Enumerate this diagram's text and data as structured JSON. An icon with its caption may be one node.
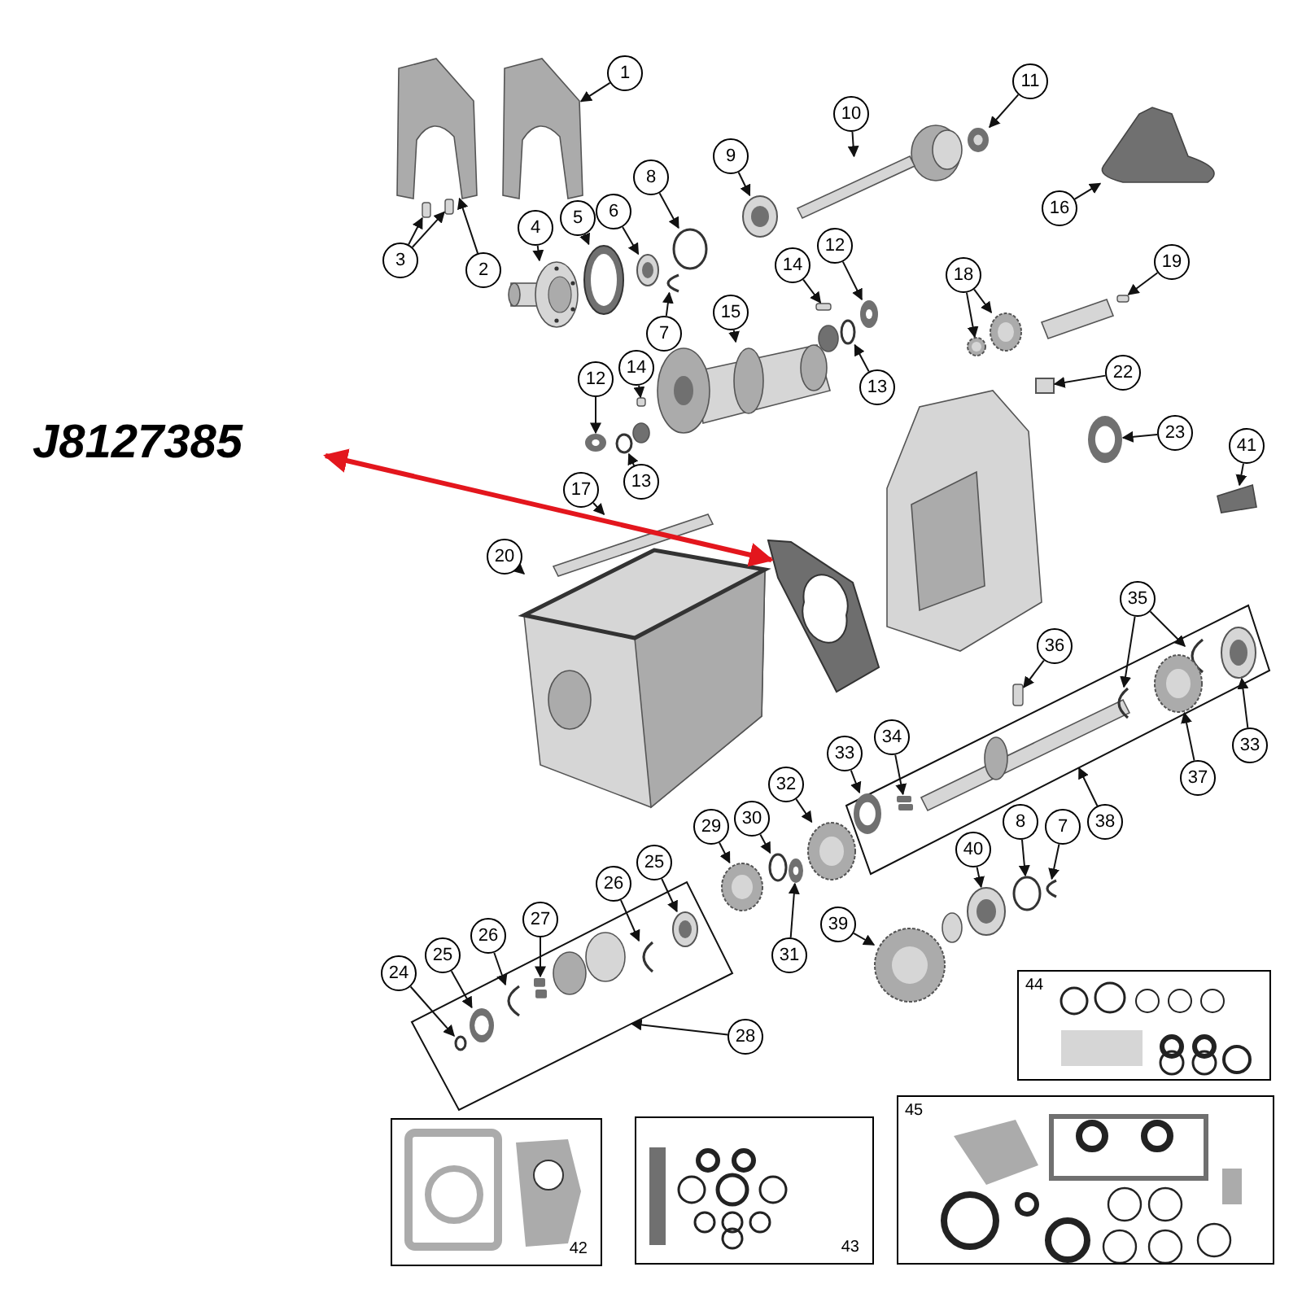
{
  "diagram": {
    "nodes": [
      {
        "text": [
          "J8127385"
        ]
      },
      {
        "text": [],
        "shape": "picture"
      },
      {
        "text": [],
        "shape": "box"
      },
      {
        "text": [],
        "shape": "box"
      },
      {
        "text": [
          "42"
        ]
      },
      {
        "text": [
          "43"
        ]
      },
      {
        "text": [
          "44"
        ]
      },
      {
        "text": [
          "45"
        ]
      },
      {
        "text": [
          "1"
        ]
      },
      {
        "text": [
          "3"
        ]
      },
      {
        "text": [
          "2"
        ]
      },
      {
        "text": [
          "4"
        ]
      },
      {
        "text": [
          "5"
        ]
      },
      {
        "text": [
          "6"
        ]
      },
      {
        "text": [
          "8"
        ]
      },
      {
        "text": [
          "9"
        ]
      },
      {
        "text": [
          "10"
        ]
      },
      {
        "text": [
          "11"
        ]
      },
      {
        "text": [
          "16"
        ]
      },
      {
        "text": [
          "7"
        ]
      },
      {
        "text": [
          "14"
        ]
      },
      {
        "text": [
          "12"
        ]
      },
      {
        "text": [
          "15"
        ]
      },
      {
        "text": [
          "18"
        ]
      },
      {
        "text": [
          "19"
        ]
      },
      {
        "text": [
          "12"
        ]
      },
      {
        "text": [
          "14"
        ]
      },
      {
        "text": [
          "13"
        ]
      },
      {
        "text": [
          "22"
        ]
      },
      {
        "text": [
          "23"
        ]
      },
      {
        "text": [
          "41"
        ]
      },
      {
        "text": [
          "13"
        ]
      },
      {
        "text": [
          "17"
        ]
      },
      {
        "text": [
          "20"
        ]
      },
      {
        "text": [
          "35"
        ]
      },
      {
        "text": [
          "36"
        ]
      },
      {
        "text": [
          "33"
        ]
      },
      {
        "text": [
          "37"
        ]
      },
      {
        "text": [
          "34"
        ]
      },
      {
        "text": [
          "33"
        ]
      },
      {
        "text": [
          "32"
        ]
      },
      {
        "text": [
          "38"
        ]
      },
      {
        "text": [
          "29"
        ]
      },
      {
        "text": [
          "30"
        ]
      },
      {
        "text": [
          "40"
        ]
      },
      {
        "text": [
          "8"
        ]
      },
      {
        "text": [
          "7"
        ]
      },
      {
        "text": [
          "25"
        ]
      },
      {
        "text": [
          "26"
        ]
      },
      {
        "text": [
          "27"
        ]
      },
      {
        "text": [
          "26"
        ]
      },
      {
        "text": [
          "25"
        ]
      },
      {
        "text": [
          "24"
        ]
      },
      {
        "text": [
          "31"
        ]
      },
      {
        "text": [
          "39"
        ]
      },
      {
        "text": [
          "28"
        ]
      },
      {
        "text": [],
        "shape": "bar"
      },
      {
        "text": [],
        "shape": "bar"
      },
      {
        "text": [],
        "shape": "picture"
      },
      {
        "text": [],
        "shape": "picture"
      },
      {
        "text": [],
        "shape": "picture"
      },
      {
        "text": [],
        "shape": "picture"
      },
      {
        "text": [],
        "shape": "picture"
      },
      {
        "text": [],
        "shape": "circle"
      },
      {
        "text": [],
        "shape": "picture"
      },
      {
        "text": [],
        "shape": "picture"
      },
      {
        "text": [],
        "shape": "bar"
      },
      {
        "text": [],
        "shape": "picture"
      },
      {
        "text": [],
        "shape": "picture"
      },
      {
        "text": [],
        "shape": "bar"
      },
      {
        "text": [],
        "shape": "picture"
      },
      {
        "text": [],
        "shape": "picture"
      },
      {
        "text": [],
        "shape": "picture"
      },
      {
        "text": [],
        "shape": "picture"
      },
      {
        "text": [],
        "shape": "bar"
      },
      {
        "text": [],
        "shape": "picture"
      },
      {
        "text": [],
        "shape": "bar"
      },
      {
        "text": [],
        "shape": "circle"
      },
      {
        "text": [],
        "shape": "box"
      },
      {
        "text": [],
        "shape": "picture"
      },
      {
        "text": [],
        "shape": "picture"
      },
      {
        "text": [],
        "shape": "circle"
      },
      {
        "text": [],
        "shape": "bar"
      },
      {
        "text": [],
        "shape": "picture"
      },
      {
        "text": [],
        "shape": "picture",
        "in": 3
      },
      {
        "text": [],
        "shape": "picture",
        "in": 3
      },
      {
        "text": [],
        "shape": "bar"
      },
      {
        "text": [],
        "shape": "picture",
        "in": 3
      },
      {
        "text": [],
        "shape": "picture",
        "in": 3
      },
      {
        "text": [],
        "shape": "picture",
        "in": 3
      },
      {
        "text": [],
        "shape": "picture",
        "in": 3
      },
      {
        "text": [],
        "shape": "picture"
      },
      {
        "text": [],
        "shape": "picture"
      },
      {
        "text": [],
        "shape": "circle"
      },
      {
        "text": [],
        "shape": "circle"
      },
      {
        "text": [],
        "shape": "picture"
      },
      {
        "text": [],
        "shape": "picture",
        "in": 2
      },
      {
        "text": [],
        "shape": "picture",
        "in": 2
      },
      {
        "text": [],
        "shape": "picture",
        "in": 2
      },
      {
        "text": [],
        "shape": "picture",
        "in": 2
      },
      {
        "text": [],
        "shape": "picture",
        "in": 2
      },
      {
        "text": [],
        "shape": "circle",
        "in": 2
      },
      {
        "text": [],
        "shape": "picture"
      },
      {
        "text": [],
        "shape": "picture"
      },
      {
        "text": [],
        "shape": "picture"
      }
    ],
    "edges": [
      {
        "from": 0,
        "to": 1,
        "arrow": "both",
        "color": "#e3161d",
        "style": "thick"
      },
      {
        "from": 8,
        "to": 59,
        "arrow": "to"
      },
      {
        "from": 9,
        "to": 56,
        "arrow": "to"
      },
      {
        "from": 9,
        "to": 57,
        "arrow": "to"
      },
      {
        "from": 10,
        "to": 58,
        "arrow": "to"
      },
      {
        "from": 11,
        "to": 60,
        "arrow": "to"
      },
      {
        "from": 12,
        "to": 61,
        "arrow": "to"
      },
      {
        "from": 13,
        "to": 62,
        "arrow": "to"
      },
      {
        "from": 14,
        "to": 63,
        "arrow": "to"
      },
      {
        "from": 15,
        "to": 65,
        "arrow": "to"
      },
      {
        "from": 16,
        "to": 66,
        "arrow": "to"
      },
      {
        "from": 17,
        "to": 67,
        "arrow": "to"
      },
      {
        "from": 18,
        "to": 68,
        "arrow": "to"
      },
      {
        "from": 19,
        "to": 64,
        "arrow": "to"
      },
      {
        "from": 20,
        "to": 69,
        "arrow": "to"
      },
      {
        "from": 21,
        "to": 70,
        "arrow": "to"
      },
      {
        "from": 22,
        "to": 71,
        "arrow": "to"
      },
      {
        "from": 23,
        "to": 72,
        "arrow": "to"
      },
      {
        "from": 23,
        "to": 73,
        "arrow": "to"
      },
      {
        "from": 24,
        "to": 74,
        "arrow": "to"
      },
      {
        "from": 25,
        "to": 75,
        "arrow": "to"
      },
      {
        "from": 26,
        "to": 76,
        "arrow": "to"
      },
      {
        "from": 27,
        "to": 77,
        "arrow": "to"
      },
      {
        "from": 28,
        "to": 78,
        "arrow": "to"
      },
      {
        "from": 29,
        "to": 79,
        "arrow": "to"
      },
      {
        "from": 30,
        "to": 80,
        "arrow": "to"
      },
      {
        "from": 31,
        "to": 81,
        "arrow": "to"
      },
      {
        "from": 32,
        "to": 82,
        "arrow": "to"
      },
      {
        "from": 33,
        "to": 83,
        "arrow": "to"
      },
      {
        "from": 34,
        "to": 84,
        "arrow": "to"
      },
      {
        "from": 34,
        "to": 85,
        "arrow": "to"
      },
      {
        "from": 35,
        "to": 86,
        "arrow": "to"
      },
      {
        "from": 36,
        "to": 87,
        "arrow": "to"
      },
      {
        "from": 37,
        "to": 88,
        "arrow": "to"
      },
      {
        "from": 38,
        "to": 89,
        "arrow": "to"
      },
      {
        "from": 39,
        "to": 90,
        "arrow": "to"
      },
      {
        "from": 40,
        "to": 91,
        "arrow": "to"
      },
      {
        "from": 41,
        "to": 3,
        "arrow": "to"
      },
      {
        "from": 42,
        "to": 92,
        "arrow": "to"
      },
      {
        "from": 43,
        "to": 93,
        "arrow": "to"
      },
      {
        "from": 44,
        "to": 104,
        "arrow": "to"
      },
      {
        "from": 45,
        "to": 94,
        "arrow": "to"
      },
      {
        "from": 46,
        "to": 95,
        "arrow": "to"
      },
      {
        "from": 47,
        "to": 96,
        "arrow": "to"
      },
      {
        "from": 48,
        "to": 97,
        "arrow": "to"
      },
      {
        "from": 49,
        "to": 98,
        "arrow": "to"
      },
      {
        "from": 50,
        "to": 99,
        "arrow": "to"
      },
      {
        "from": 51,
        "to": 100,
        "arrow": "to"
      },
      {
        "from": 52,
        "to": 101,
        "arrow": "to"
      },
      {
        "from": 53,
        "to": 102,
        "arrow": "to"
      },
      {
        "from": 54,
        "to": 103,
        "arrow": "to"
      },
      {
        "from": 55,
        "to": 2,
        "arrow": "to"
      }
    ]
  }
}
